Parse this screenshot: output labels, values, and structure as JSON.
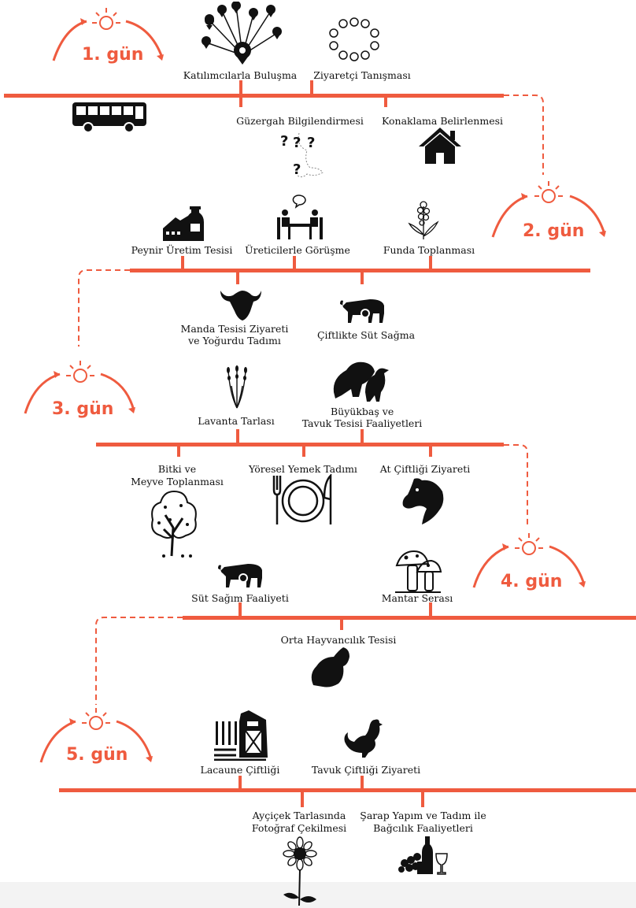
{
  "colors": {
    "accent": "#ef5b3f",
    "ink": "#111111"
  },
  "days": [
    {
      "label": "1. gün"
    },
    {
      "label": "2. gün"
    },
    {
      "label": "3. gün"
    },
    {
      "label": "4. gün"
    },
    {
      "label": "5. gün"
    }
  ],
  "activities": {
    "katilimcilarla_bulusma": {
      "label": "Katılımcılarla Buluşma",
      "icon": "map-pins-icon"
    },
    "ziyaretci_tanismasi": {
      "label": "Ziyaretçi Tanışması",
      "icon": "circle-group-icon"
    },
    "bus": {
      "icon": "bus-icon"
    },
    "guzergah": {
      "label": "Güzergah Bilgilendirmesi",
      "icon": "route-question-icon"
    },
    "konaklama": {
      "label": "Konaklama Belirlenmesi",
      "icon": "house-icon"
    },
    "peynir": {
      "label": "Peynir Üretim Tesisi",
      "icon": "cheese-factory-icon"
    },
    "ureticilerle": {
      "label": "Üreticilerle Görüşme",
      "icon": "meeting-table-icon"
    },
    "funda": {
      "label": "Funda Toplanması",
      "icon": "heather-plant-icon"
    },
    "manda": {
      "label_1": "Manda Tesisi Ziyareti",
      "label_2": "ve Yoğurdu Tadımı",
      "icon": "buffalo-icon"
    },
    "ciftlikte_sut": {
      "label": "Çiftlikte Süt Sağma",
      "icon": "cow-milking-icon"
    },
    "lavanta": {
      "label": "Lavanta Tarlası",
      "icon": "lavender-icon"
    },
    "buyukbas": {
      "label_1": "Büyükbaş ve",
      "label_2": "Tavuk Tesisi Faaliyetleri",
      "icon": "livestock-icon"
    },
    "bitki": {
      "label_1": "Bitki ve",
      "label_2": "Meyve Toplanması",
      "icon": "tree-icon"
    },
    "yoresel": {
      "label": "Yöresel Yemek Tadımı",
      "icon": "plate-cutlery-icon"
    },
    "at": {
      "label": "At Çiftliği Ziyareti",
      "icon": "horse-icon"
    },
    "sut_sagim": {
      "label": "Süt Sağım Faaliyeti",
      "icon": "cow-milking-icon"
    },
    "mantar": {
      "label": "Mantar Serası",
      "icon": "mushroom-icon"
    },
    "orta": {
      "label": "Orta Hayvancılık Tesisi",
      "icon": "sheep-icon"
    },
    "lacaune": {
      "label": "Lacaune Çiftliği",
      "icon": "barn-icon"
    },
    "tavuk": {
      "label": "Tavuk Çiftliği Ziyareti",
      "icon": "chicken-icon"
    },
    "aycicek": {
      "label_1": "Ayçiçek Tarlasında",
      "label_2": "Fotoğraf Çekilmesi",
      "icon": "sunflower-icon"
    },
    "sarap": {
      "label_1": "Şarap Yapım ve Tadım ile",
      "label_2": "Bağcılık Faaliyetleri",
      "icon": "wine-icon"
    }
  }
}
